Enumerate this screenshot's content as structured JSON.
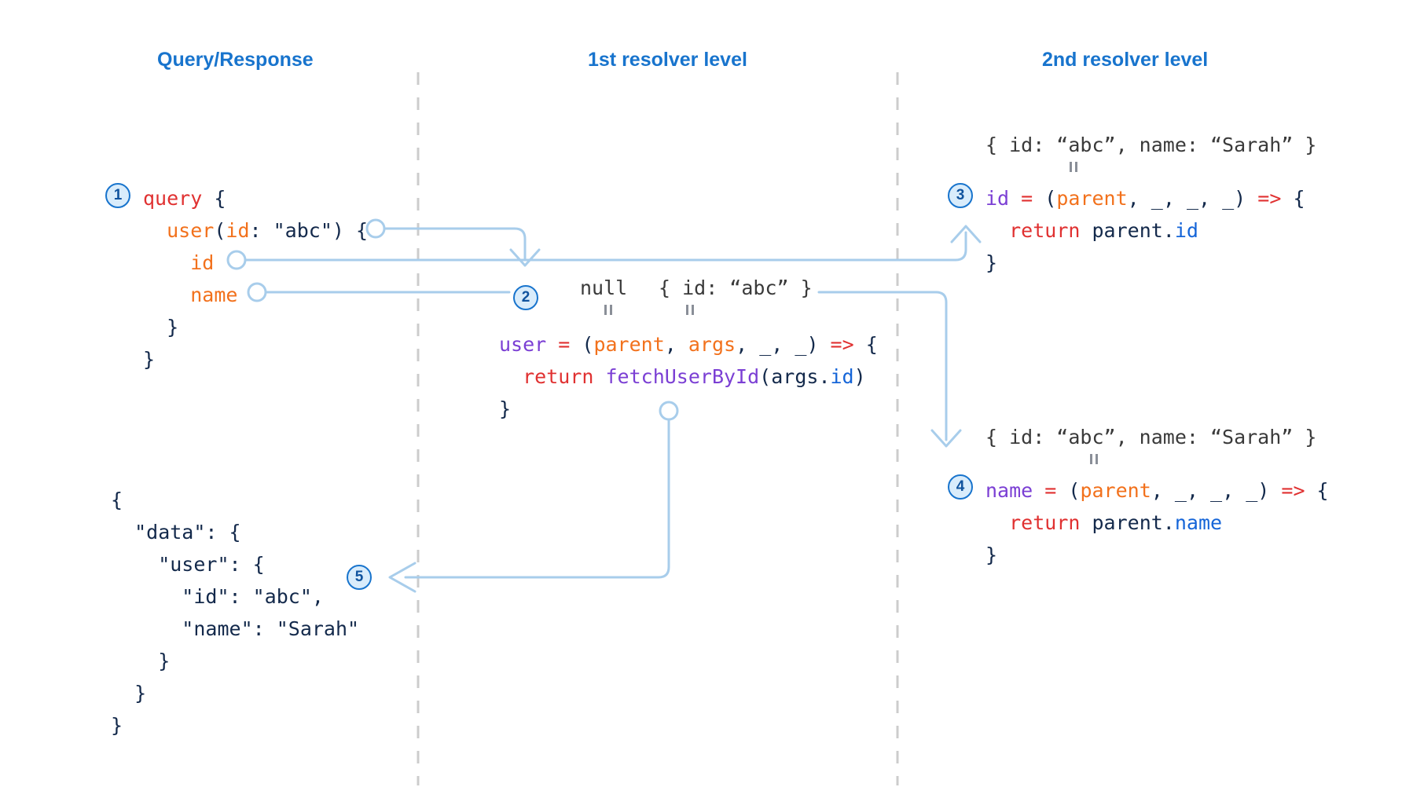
{
  "columns": [
    {
      "id": "query-response",
      "title": "Query/Response"
    },
    {
      "id": "first-resolver",
      "title": "1st resolver level"
    },
    {
      "id": "second-resolver",
      "title": "2nd resolver level"
    }
  ],
  "colors": {
    "header": "#1874cd",
    "keyword": "#e03131",
    "field": "#f2711c",
    "punctuation": "#13294b",
    "resolver": "#7b3fd4",
    "property": "#1565d8",
    "annotation": "#3a3a3a",
    "wire": "#a8cdeb",
    "divider": "#cccccc",
    "badge_fill": "#d9ecfb",
    "badge_border": "#1874cd"
  },
  "badges": [
    {
      "label": "1",
      "step": "query"
    },
    {
      "label": "2",
      "step": "user-resolver"
    },
    {
      "label": "3",
      "step": "id-resolver"
    },
    {
      "label": "4",
      "step": "name-resolver"
    },
    {
      "label": "5",
      "step": "response"
    }
  ],
  "query_block": {
    "lines": [
      [
        {
          "t": "query",
          "c": "k-red"
        },
        {
          "t": " {",
          "c": "k-navy"
        }
      ],
      [
        {
          "t": "  ",
          "c": "k-navy"
        },
        {
          "t": "user",
          "c": "k-orange"
        },
        {
          "t": "(",
          "c": "k-navy"
        },
        {
          "t": "id",
          "c": "k-orange"
        },
        {
          "t": ": ",
          "c": "k-navy"
        },
        {
          "t": "\"abc\"",
          "c": "k-navy"
        },
        {
          "t": ") {",
          "c": "k-navy"
        }
      ],
      [
        {
          "t": "    ",
          "c": "k-navy"
        },
        {
          "t": "id",
          "c": "k-orange"
        }
      ],
      [
        {
          "t": "    ",
          "c": "k-navy"
        },
        {
          "t": "name",
          "c": "k-orange"
        }
      ],
      [
        {
          "t": "  }",
          "c": "k-navy"
        }
      ],
      [
        {
          "t": "}",
          "c": "k-navy"
        }
      ]
    ]
  },
  "response_block": {
    "lines": [
      [
        {
          "t": "{",
          "c": "k-navy"
        }
      ],
      [
        {
          "t": "  \"data\": {",
          "c": "k-navy"
        }
      ],
      [
        {
          "t": "    \"user\": {",
          "c": "k-navy"
        }
      ],
      [
        {
          "t": "      \"id\": \"abc\",",
          "c": "k-navy"
        }
      ],
      [
        {
          "t": "      \"name\": \"Sarah\"",
          "c": "k-navy"
        }
      ],
      [
        {
          "t": "    }",
          "c": "k-navy"
        }
      ],
      [
        {
          "t": "  }",
          "c": "k-navy"
        }
      ],
      [
        {
          "t": "}",
          "c": "k-navy"
        }
      ]
    ]
  },
  "user_resolver": {
    "annotations": [
      {
        "name": "parent-value",
        "text": "null"
      },
      {
        "name": "args-value",
        "text": "{ id: “abc” }"
      }
    ],
    "lines": [
      [
        {
          "t": "user",
          "c": "k-purple"
        },
        {
          "t": " ",
          "c": "k-navy"
        },
        {
          "t": "=",
          "c": "k-red"
        },
        {
          "t": " (",
          "c": "k-navy"
        },
        {
          "t": "parent",
          "c": "k-orange"
        },
        {
          "t": ", ",
          "c": "k-navy"
        },
        {
          "t": "args",
          "c": "k-orange"
        },
        {
          "t": ", ",
          "c": "k-navy"
        },
        {
          "t": "_",
          "c": "k-navy"
        },
        {
          "t": ", ",
          "c": "k-navy"
        },
        {
          "t": "_",
          "c": "k-navy"
        },
        {
          "t": ") ",
          "c": "k-navy"
        },
        {
          "t": "=>",
          "c": "k-red"
        },
        {
          "t": " {",
          "c": "k-navy"
        }
      ],
      [
        {
          "t": "  ",
          "c": "k-navy"
        },
        {
          "t": "return",
          "c": "k-red"
        },
        {
          "t": " ",
          "c": "k-navy"
        },
        {
          "t": "fetchUserById",
          "c": "k-purple"
        },
        {
          "t": "(",
          "c": "k-navy"
        },
        {
          "t": "args",
          "c": "k-navy"
        },
        {
          "t": ".",
          "c": "k-navy"
        },
        {
          "t": "id",
          "c": "k-blue"
        },
        {
          "t": ")",
          "c": "k-navy"
        }
      ],
      [
        {
          "t": "}",
          "c": "k-navy"
        }
      ]
    ]
  },
  "id_resolver": {
    "annotation": {
      "name": "parent-value",
      "text": "{ id: “abc”, name: “Sarah” }"
    },
    "lines": [
      [
        {
          "t": "id",
          "c": "k-purple"
        },
        {
          "t": " ",
          "c": "k-navy"
        },
        {
          "t": "=",
          "c": "k-red"
        },
        {
          "t": " (",
          "c": "k-navy"
        },
        {
          "t": "parent",
          "c": "k-orange"
        },
        {
          "t": ", ",
          "c": "k-navy"
        },
        {
          "t": "_",
          "c": "k-navy"
        },
        {
          "t": ", ",
          "c": "k-navy"
        },
        {
          "t": "_",
          "c": "k-navy"
        },
        {
          "t": ", ",
          "c": "k-navy"
        },
        {
          "t": "_",
          "c": "k-navy"
        },
        {
          "t": ") ",
          "c": "k-navy"
        },
        {
          "t": "=>",
          "c": "k-red"
        },
        {
          "t": " {",
          "c": "k-navy"
        }
      ],
      [
        {
          "t": "  ",
          "c": "k-navy"
        },
        {
          "t": "return",
          "c": "k-red"
        },
        {
          "t": " ",
          "c": "k-navy"
        },
        {
          "t": "parent",
          "c": "k-navy"
        },
        {
          "t": ".",
          "c": "k-navy"
        },
        {
          "t": "id",
          "c": "k-blue"
        }
      ],
      [
        {
          "t": "}",
          "c": "k-navy"
        }
      ]
    ]
  },
  "name_resolver": {
    "annotation": {
      "name": "parent-value",
      "text": "{ id: “abc”, name: “Sarah” }"
    },
    "lines": [
      [
        {
          "t": "name",
          "c": "k-purple"
        },
        {
          "t": " ",
          "c": "k-navy"
        },
        {
          "t": "=",
          "c": "k-red"
        },
        {
          "t": " (",
          "c": "k-navy"
        },
        {
          "t": "parent",
          "c": "k-orange"
        },
        {
          "t": ", ",
          "c": "k-navy"
        },
        {
          "t": "_",
          "c": "k-navy"
        },
        {
          "t": ", ",
          "c": "k-navy"
        },
        {
          "t": "_",
          "c": "k-navy"
        },
        {
          "t": ", ",
          "c": "k-navy"
        },
        {
          "t": "_",
          "c": "k-navy"
        },
        {
          "t": ") ",
          "c": "k-navy"
        },
        {
          "t": "=>",
          "c": "k-red"
        },
        {
          "t": " {",
          "c": "k-navy"
        }
      ],
      [
        {
          "t": "  ",
          "c": "k-navy"
        },
        {
          "t": "return",
          "c": "k-red"
        },
        {
          "t": " ",
          "c": "k-navy"
        },
        {
          "t": "parent",
          "c": "k-navy"
        },
        {
          "t": ".",
          "c": "k-navy"
        },
        {
          "t": "name",
          "c": "k-blue"
        }
      ],
      [
        {
          "t": "}",
          "c": "k-navy"
        }
      ]
    ]
  }
}
